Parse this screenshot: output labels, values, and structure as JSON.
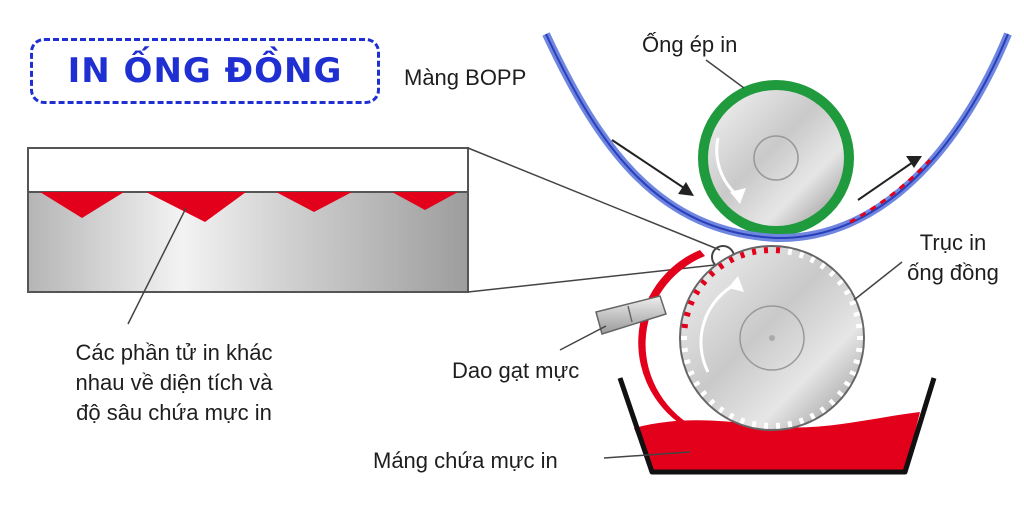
{
  "title": "IN ỐNG ĐỒNG",
  "labels": {
    "bopp_film": "Màng BOPP",
    "pressure_roller": "Ống ép in",
    "print_cylinder_line1": "Trục in",
    "print_cylinder_line2": "ống đồng",
    "doctor_blade": "Dao gạt mực",
    "ink_tray": "Máng chứa mực in",
    "cells_line1": "Các phần tử in khác",
    "cells_line2": "nhau về diện tích và",
    "cells_line3": "độ sâu chứa mực in"
  },
  "colors": {
    "title": "#1f2fd1",
    "film": "#6f86e0",
    "pressure_ring": "#1f9a3d",
    "ink": "#e3001b",
    "metal_light": "#f2f2f2",
    "metal_dark": "#8f8f8f"
  }
}
